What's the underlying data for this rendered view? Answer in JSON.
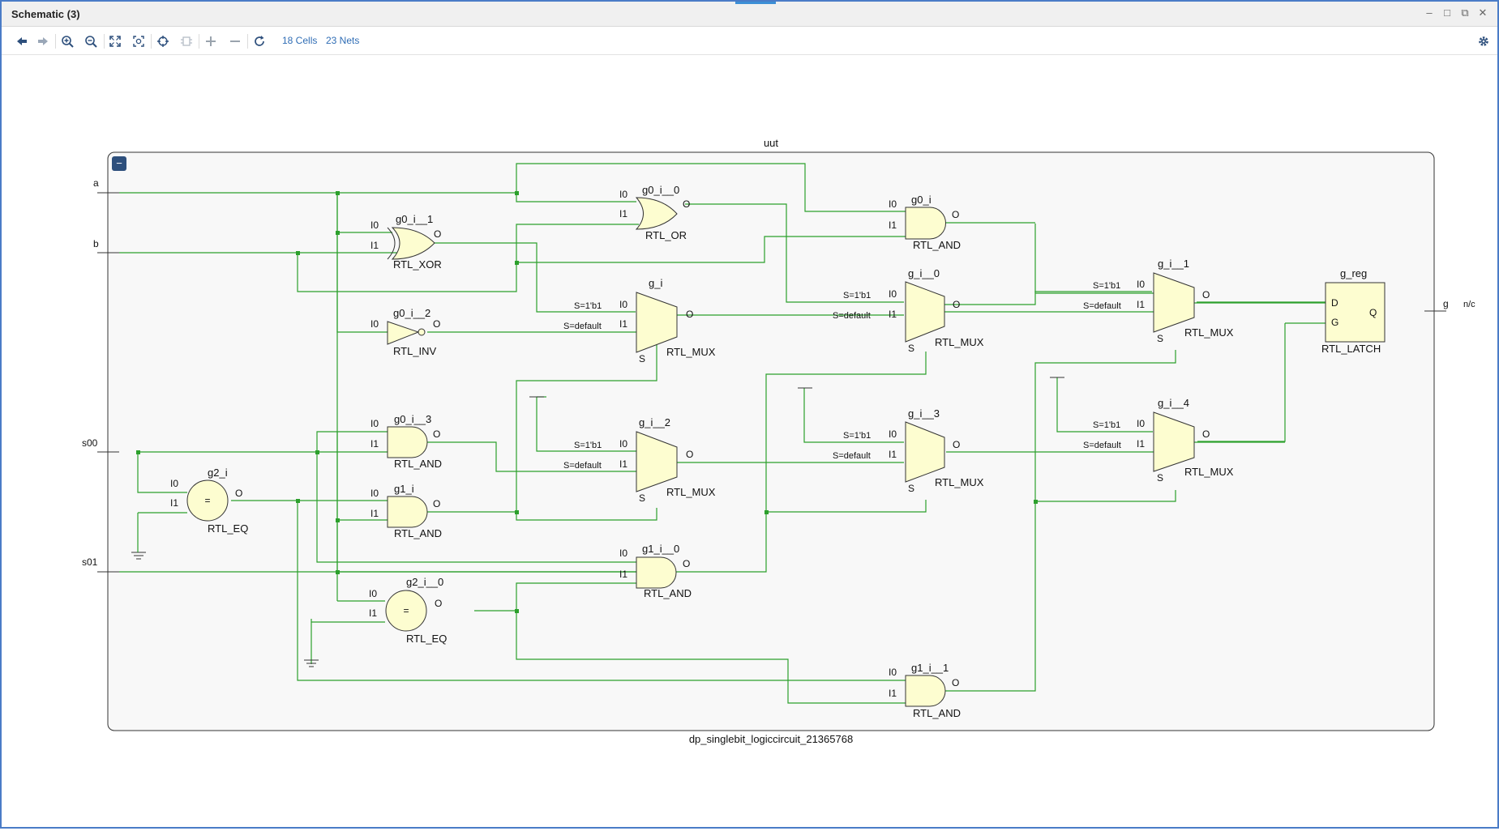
{
  "window": {
    "title": "Schematic (3)"
  },
  "toolbar": {
    "cells_label": "18 Cells",
    "nets_label": "23 Nets"
  },
  "schematic": {
    "module_name": "uut",
    "design_name": "dp_singlebit_logiccircuit_21365768",
    "collapse_symbol": "−",
    "ports": {
      "a": "a",
      "b": "b",
      "s00": "s00",
      "s01": "s01",
      "g": "g",
      "nc": "n/c"
    },
    "pins": {
      "i0": "I0",
      "i1": "I1",
      "o": "O",
      "s": "S",
      "d": "D",
      "g": "G",
      "q": "Q",
      "eq": "=",
      "sel_b1": "S=1'b1",
      "sel_default": "S=default"
    },
    "cells": {
      "g0_i__1": {
        "name": "g0_i__1",
        "type": "RTL_XOR"
      },
      "g0_i__0": {
        "name": "g0_i__0",
        "type": "RTL_OR"
      },
      "g0_i": {
        "name": "g0_i",
        "type": "RTL_AND"
      },
      "g0_i__2": {
        "name": "g0_i__2",
        "type": "RTL_INV"
      },
      "g_i": {
        "name": "g_i",
        "type": "RTL_MUX"
      },
      "g_i__0": {
        "name": "g_i__0",
        "type": "RTL_MUX"
      },
      "g_i__1": {
        "name": "g_i__1",
        "type": "RTL_MUX"
      },
      "g_reg": {
        "name": "g_reg",
        "type": "RTL_LATCH"
      },
      "g0_i__3": {
        "name": "g0_i__3",
        "type": "RTL_AND"
      },
      "g1_i": {
        "name": "g1_i",
        "type": "RTL_AND"
      },
      "g2_i": {
        "name": "g2_i",
        "type": "RTL_EQ"
      },
      "g_i__2": {
        "name": "g_i__2",
        "type": "RTL_MUX"
      },
      "g_i__3": {
        "name": "g_i__3",
        "type": "RTL_MUX"
      },
      "g_i__4": {
        "name": "g_i__4",
        "type": "RTL_MUX"
      },
      "g1_i__0": {
        "name": "g1_i__0",
        "type": "RTL_AND"
      },
      "g2_i__0": {
        "name": "g2_i__0",
        "type": "RTL_EQ"
      },
      "g1_i__1": {
        "name": "g1_i__1",
        "type": "RTL_AND"
      }
    }
  },
  "colors": {
    "wire": "#2ca02c",
    "gate_fill": "#fdfdd0",
    "gate_stroke": "#333333",
    "module_bg": "#f8f8f8",
    "link": "#2f6db5"
  }
}
